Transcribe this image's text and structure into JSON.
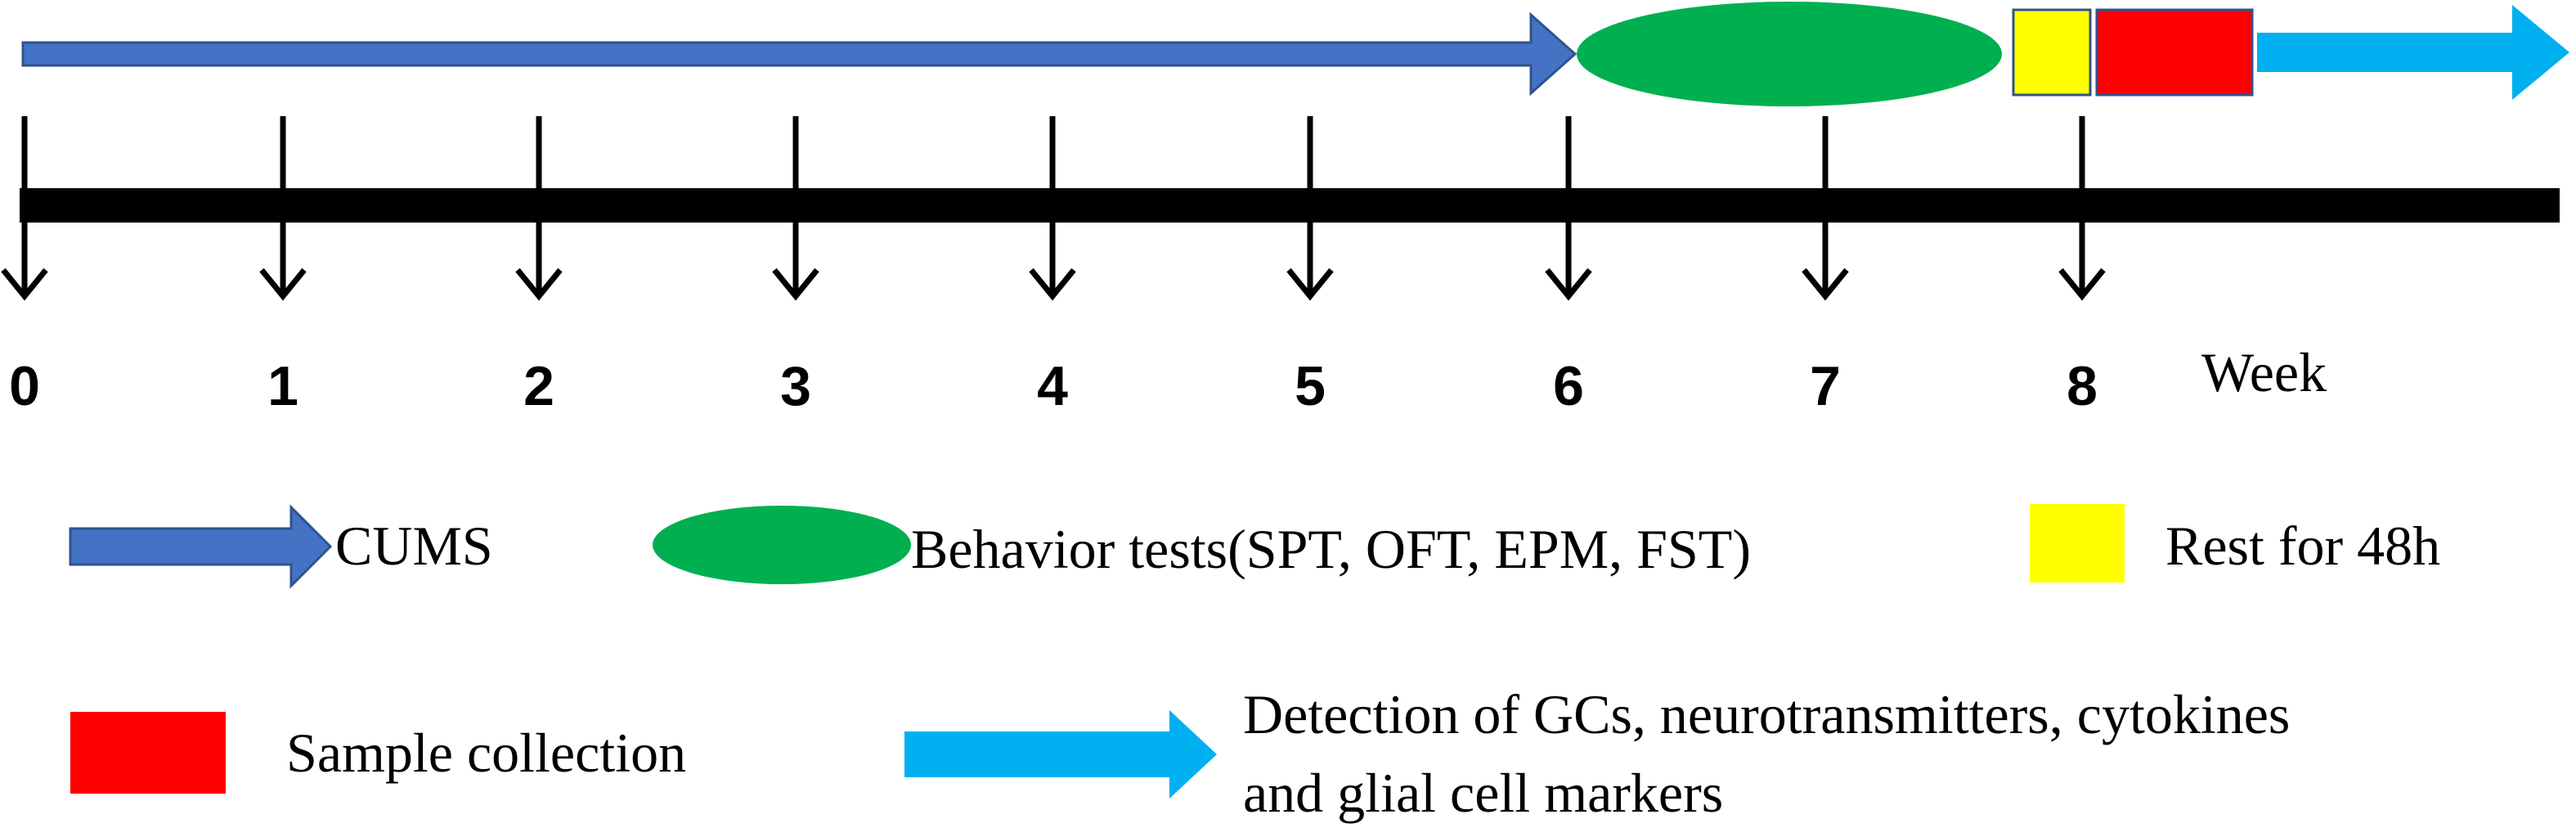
{
  "timeline": {
    "ticks": [
      "0",
      "1",
      "2",
      "3",
      "4",
      "5",
      "6",
      "7",
      "8"
    ],
    "unit_label": "Week"
  },
  "legend": {
    "cums": "CUMS",
    "behavior": "Behavior tests(SPT, OFT, EPM, FST)",
    "rest": "Rest for 48h",
    "sample": "Sample collection",
    "detection_line1": "Detection of GCs, neurotransmitters, cytokines",
    "detection_line2": "and glial cell markers"
  },
  "colors": {
    "cums": "#4472c4",
    "behavior": "#00b050",
    "rest": "#ffff00",
    "sample": "#ff0000",
    "detection": "#00b0f0",
    "axis": "#000000"
  }
}
